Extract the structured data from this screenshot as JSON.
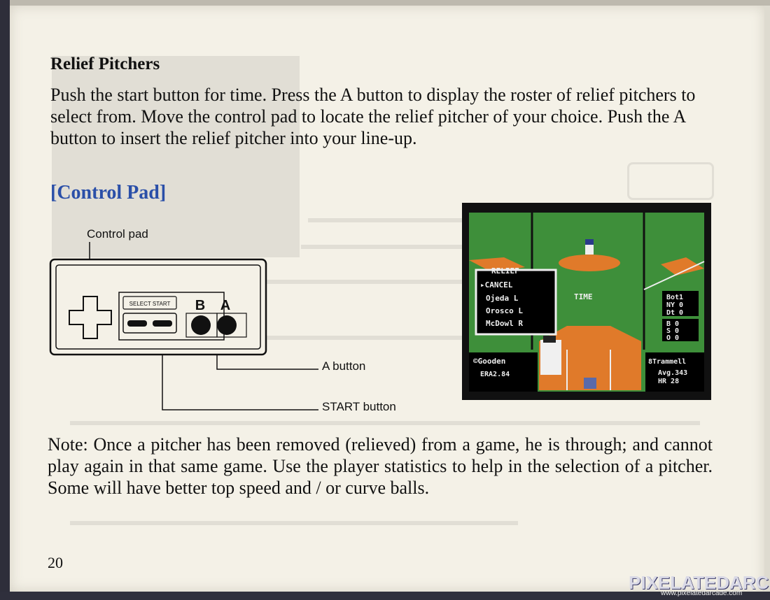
{
  "manual": {
    "relief_heading": "Relief Pitchers",
    "relief_body": "Push the start button for time.  Press the A button to display the roster of relief pitchers to select from.  Move the control pad to locate the relief pitcher of your choice.  Push the A button to insert the relief pitcher into your line-up.",
    "control_pad_heading": "[Control Pad]",
    "note": "Note:  Once a pitcher has been removed (relieved) from a game, he is through; and cannot play again in that same game.  Use the player statistics to help in the selection of a pitcher.  Some will have better top speed and / or curve balls.",
    "page_number": "20",
    "accent_color": "#2a4fa8"
  },
  "controller_diagram": {
    "control_pad_label": "Control pad",
    "a_button_label": "A button",
    "start_button_label": "START button",
    "select_start_text": "SELECT  START",
    "b_label": "B",
    "a_label": "A"
  },
  "game_screen": {
    "menu_title": "RELIEF",
    "menu_items": [
      "▸CANCEL",
      "Ojeda   L",
      "Orosco  L",
      "McDowl  R"
    ],
    "time_label": "TIME",
    "score_lines": [
      "Bot1",
      "NY 0",
      "Dt 0"
    ],
    "count_lines": [
      "B 0",
      "S 0",
      "O 0"
    ],
    "pitcher_name": "©Gooden",
    "pitcher_era": "ERA2.84",
    "batter_name": "8Trammell",
    "batter_avg": "Avg.343",
    "batter_hr": "HR 28"
  },
  "watermark": {
    "name": "PIXELATEDARCADE",
    "url": "www.pixelatedarcade.com"
  }
}
